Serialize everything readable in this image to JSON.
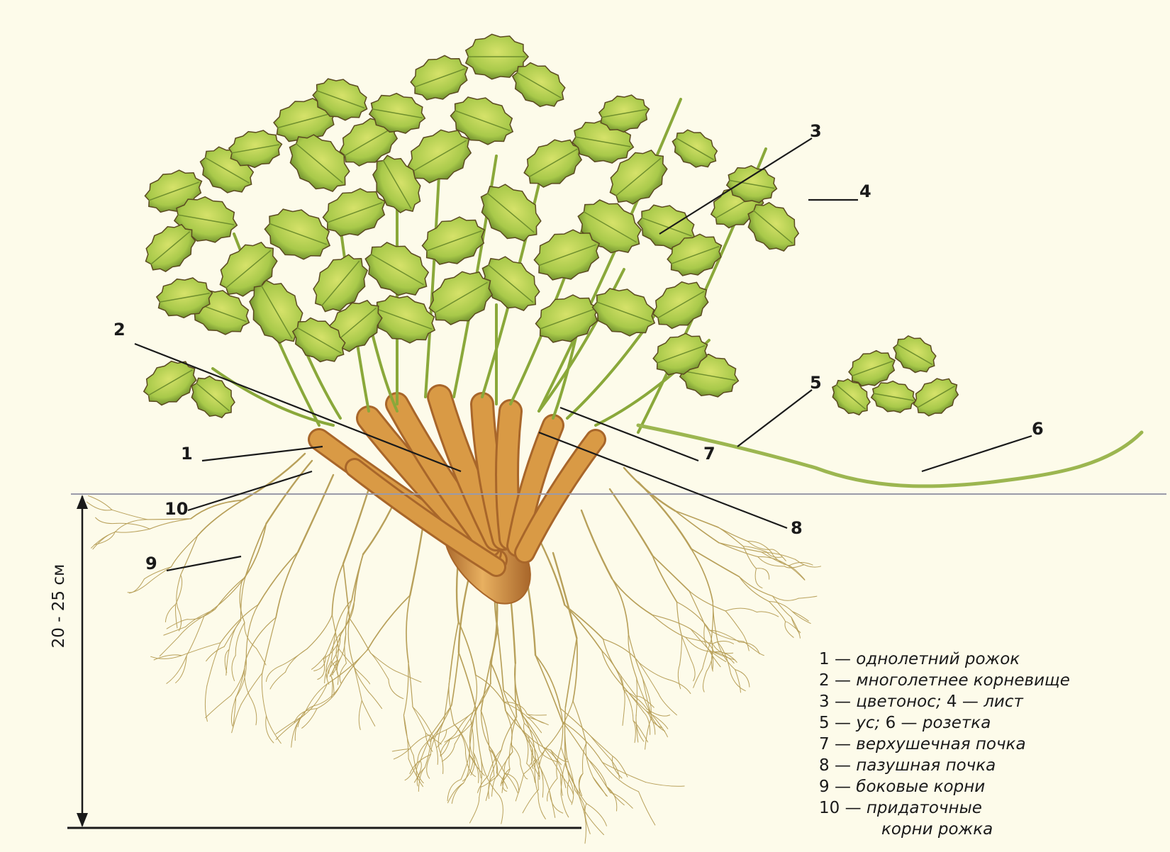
{
  "callouts": [
    "1",
    "2",
    "3",
    "4",
    "5",
    "6",
    "7",
    "8",
    "9",
    "10"
  ],
  "depth_label": "20 - 25 см",
  "legend": [
    {
      "num": "1 —",
      "text": "однолетний рожок"
    },
    {
      "num": "2 —",
      "text": "многолетнее корневище"
    },
    {
      "num": "3 —",
      "text": "цветонос;",
      "num2": "4 —",
      "text2": "лист"
    },
    {
      "num": "5 —",
      "text": "ус;",
      "num2": "6 —",
      "text2": "розетка"
    },
    {
      "num": "7 —",
      "text": "верхушечная почка"
    },
    {
      "num": "8 —",
      "text": "пазушная почка"
    },
    {
      "num": "9 —",
      "text": "боковые корни"
    },
    {
      "num": "10 —",
      "text": "придаточные"
    },
    {
      "num": "",
      "text": "корни рожка"
    }
  ],
  "colors": {
    "background": "#fdfbea",
    "leaf": "#a8c94a",
    "leaf_dark": "#6f8f2e",
    "leaf_edge": "#5b4a20",
    "rhizome": "#d99a45",
    "rhizome_dark": "#a8662a",
    "root": "#b8a05a",
    "line": "#1a1a1a",
    "soil_line": "#9a9aa8"
  }
}
